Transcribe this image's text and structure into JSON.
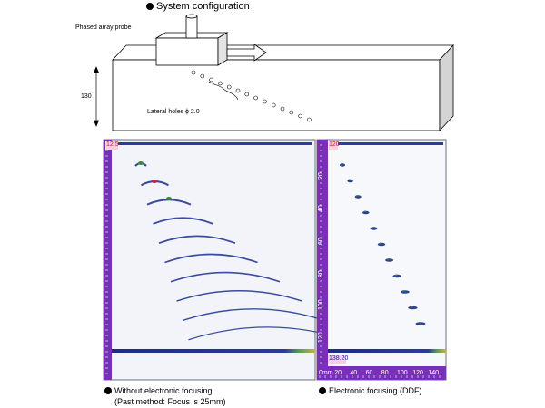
{
  "config": {
    "title": "System configuration",
    "probe_label": "Phased array probe",
    "depth_label": "130",
    "holes_label": "Lateral holes ϕ 2.0"
  },
  "left_panel": {
    "corner_value": "12.5",
    "caption_line1": "Without electronic focusing",
    "caption_line2": "(Past method: Focus is 25mm)"
  },
  "right_panel": {
    "corner_value": "120",
    "bottom_value": "138.20",
    "left_axis_ticks": [
      "20",
      "40",
      "60",
      "80",
      "100",
      "120"
    ],
    "bottom_axis_ticks": [
      "0mm",
      "20",
      "40",
      "60",
      "80",
      "100",
      "120",
      "140"
    ],
    "caption": "Electronic focusing (DDF)"
  },
  "colors": {
    "scale_bar": "#7a2fb8",
    "backwall": "#1c2a8c",
    "echo": "#1a2e8a",
    "echo_hot": "#c0204a",
    "probe_arrow": "#ffffff"
  }
}
